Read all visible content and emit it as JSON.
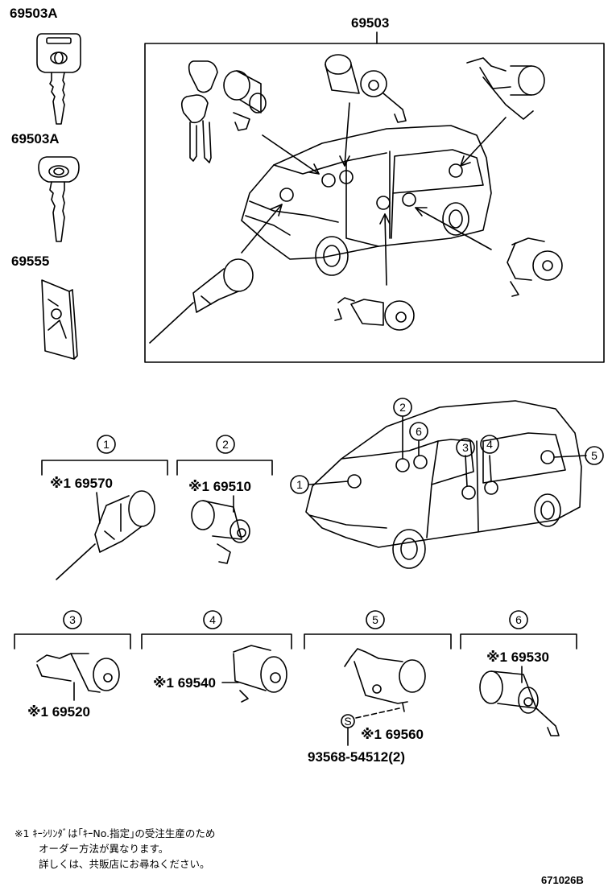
{
  "labels": {
    "key_a1": "69503A",
    "key_a2": "69503A",
    "card": "69555",
    "set": "69503",
    "c1_part": "※1 69570",
    "c2_part": "※1 69510",
    "c3_part": "※1 69520",
    "c4_part": "※1 69540",
    "c5_part": "※1 69560",
    "c5_screw": "93568-54512(2)",
    "c6_part": "※1 69530",
    "screw_symbol": "S",
    "ref_code": "671026B"
  },
  "callouts": [
    "1",
    "2",
    "3",
    "4",
    "5",
    "6"
  ],
  "note": {
    "line1": "※1 ｷｰｼﾘﾝﾀﾞは｢ｷｰNo.指定｣の受注生産のため",
    "line2": "オーダー方法が異なります。",
    "line3": "詳しくは、共販店にお尋ねください。"
  }
}
